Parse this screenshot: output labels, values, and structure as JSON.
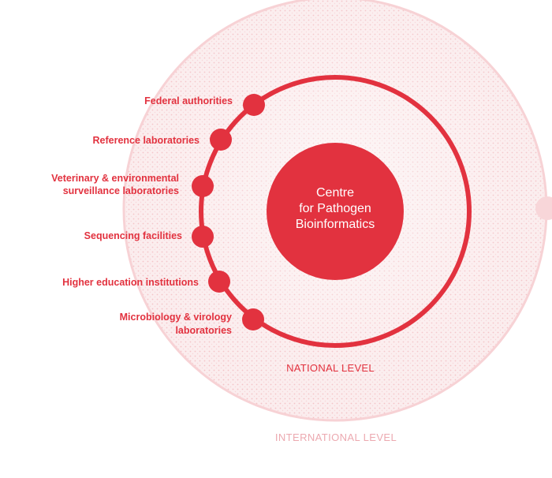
{
  "colors": {
    "accent": "#e2323f",
    "outer_ring": "#f7d2d5",
    "outer_fill": "#fbe9ea",
    "international_text": "#eca9b0",
    "center_text": "#ffffff"
  },
  "center": {
    "line1": "Centre",
    "line2": "for Pathogen",
    "line3": "Bioinformatics"
  },
  "nodes": [
    {
      "lines": [
        "Federal authorities"
      ]
    },
    {
      "lines": [
        "Reference laboratories"
      ]
    },
    {
      "lines": [
        "Veterinary & environmental",
        "surveillance laboratories"
      ]
    },
    {
      "lines": [
        "Sequencing facilities"
      ]
    },
    {
      "lines": [
        "Higher education institutions"
      ]
    },
    {
      "lines": [
        "Microbiology & virology",
        "laboratories"
      ]
    }
  ],
  "levels": {
    "national": "NATIONAL LEVEL",
    "international": "INTERNATIONAL LEVEL"
  }
}
